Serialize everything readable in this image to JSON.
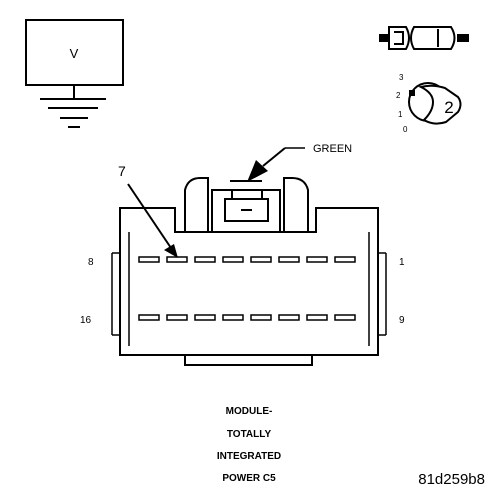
{
  "meter": {
    "label": "V"
  },
  "key_switch": {
    "positions": [
      "3",
      "2",
      "1",
      "0"
    ],
    "key_label": "2"
  },
  "connector": {
    "color_label": "GREEN",
    "callout_pin": "7",
    "top_row_left": "8",
    "top_row_right": "1",
    "bottom_row_left": "16",
    "bottom_row_right": "9"
  },
  "caption": {
    "lines": [
      "MODULE-",
      "TOTALLY",
      "INTEGRATED",
      "POWER C5"
    ]
  },
  "figure_id": "81d259b8"
}
